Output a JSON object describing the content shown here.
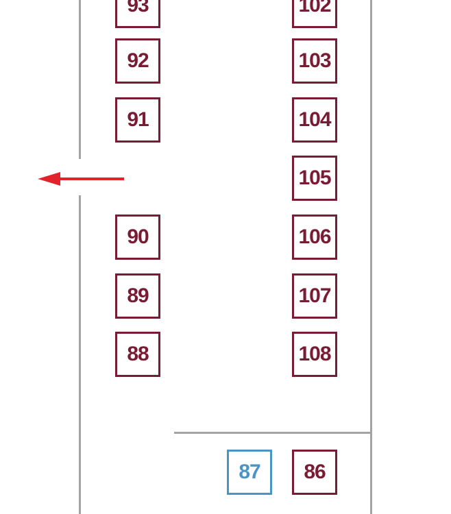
{
  "colors": {
    "space_border": "#7a1b34",
    "space_text": "#7a1b34",
    "selected_space": "#4a95c4",
    "wall": "#a3a3a3",
    "arrow": "#e3232b"
  },
  "exit_arrow": {
    "icon": "left-arrow-icon",
    "direction": "left"
  },
  "left_column": [
    "93",
    "92",
    "91",
    "90",
    "89",
    "88"
  ],
  "right_column": [
    "102",
    "103",
    "104",
    "105",
    "106",
    "107",
    "108"
  ],
  "bottom_row": {
    "selected_space": "87",
    "space": "86"
  }
}
